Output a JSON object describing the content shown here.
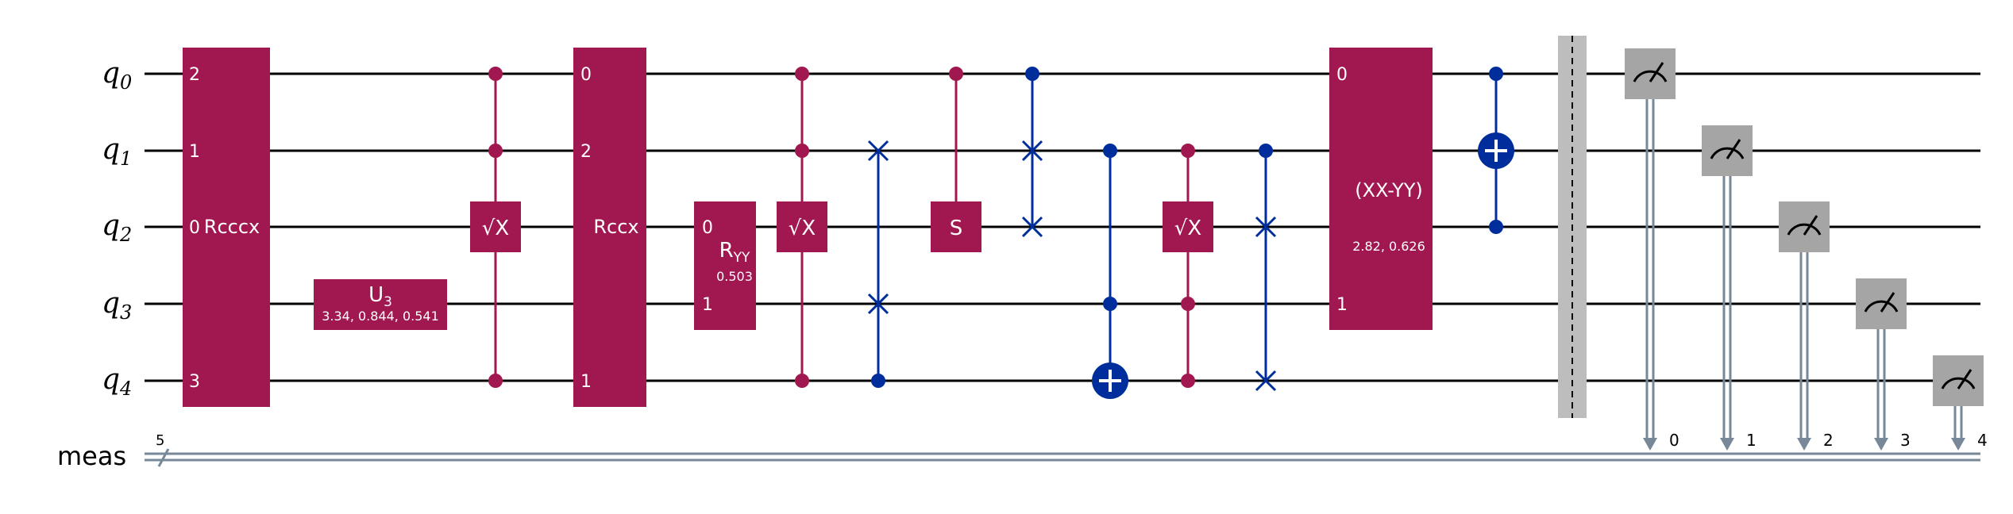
{
  "qubits": [
    {
      "name": "q",
      "index": "0"
    },
    {
      "name": "q",
      "index": "1"
    },
    {
      "name": "q",
      "index": "2"
    },
    {
      "name": "q",
      "index": "3"
    },
    {
      "name": "q",
      "index": "4"
    }
  ],
  "classical_register": {
    "name": "meas",
    "width": "5"
  },
  "colors": {
    "wire": "#000000",
    "classical_wire": "#778899",
    "gate_magenta": "#a1174f",
    "gate_blue": "#002d9c",
    "measure_gray": "#a5a5a5",
    "barrier": "#bdbdbd",
    "text_light": "#ffffff"
  },
  "gates": {
    "rcccx": {
      "label": "Rcccx",
      "qubit_labels": [
        "2",
        "1",
        "0",
        "",
        "3"
      ]
    },
    "u3": {
      "label": "U",
      "sub": "3",
      "params": "3.34, 0.844, 0.541"
    },
    "sx1": {
      "label": "√X"
    },
    "rccx": {
      "label": "Rccx",
      "qubit_labels": [
        "0",
        "2",
        "",
        "",
        "1"
      ]
    },
    "ryy": {
      "label": "R",
      "sub": "YY",
      "param": "0.503",
      "qubit_labels": [
        "0",
        "1"
      ]
    },
    "sx2": {
      "label": "√X"
    },
    "s": {
      "label": "S"
    },
    "sx3": {
      "label": "√X"
    },
    "xxmyy": {
      "label": "(XX-YY)",
      "params": "2.82, 0.626",
      "qubit_labels": [
        "0",
        "1"
      ]
    }
  },
  "measurements": [
    {
      "qubit": 0,
      "bit": "0"
    },
    {
      "qubit": 1,
      "bit": "1"
    },
    {
      "qubit": 2,
      "bit": "2"
    },
    {
      "qubit": 3,
      "bit": "3"
    },
    {
      "qubit": 4,
      "bit": "4"
    }
  ]
}
